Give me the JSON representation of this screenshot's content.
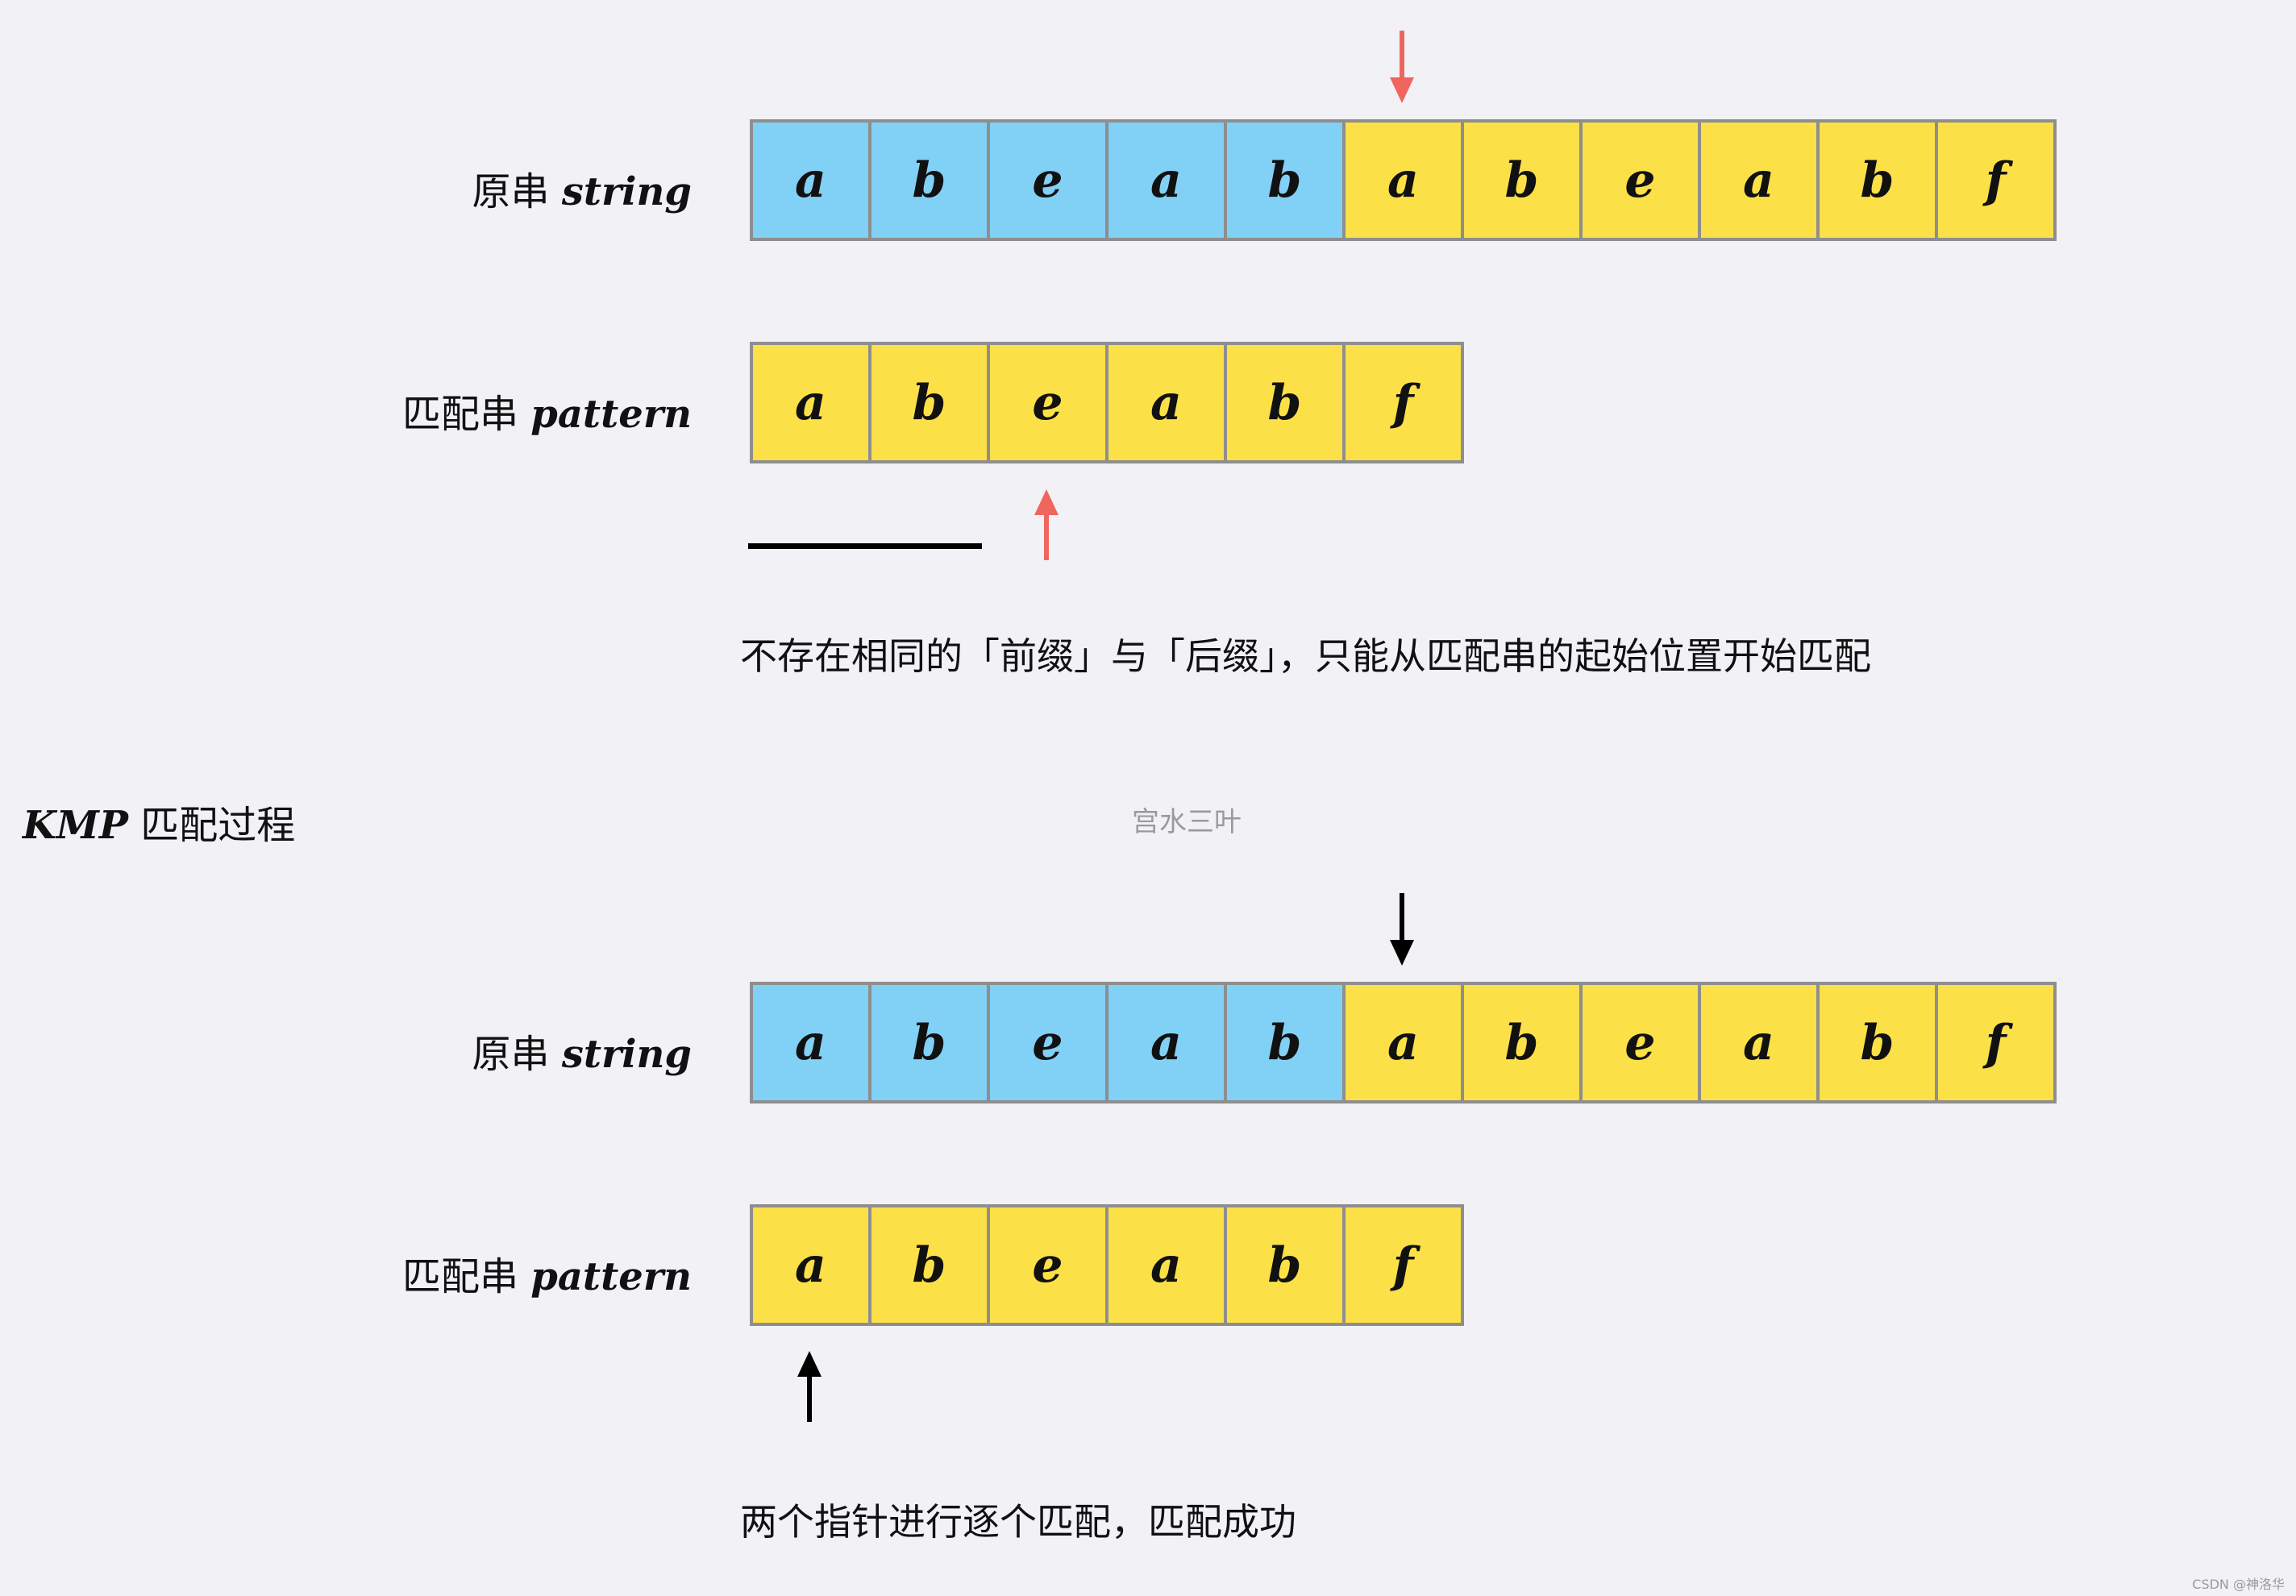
{
  "colors": {
    "matched": "#81d0f6",
    "pending": "#fce048",
    "border": "#8e8e8e",
    "pointer_red": "#f0665c",
    "pointer_black": "#000000",
    "background": "#f2f1f6"
  },
  "top": {
    "string_label_cn": "原串",
    "string_label_en": "string",
    "string_cells": [
      {
        "char": "a",
        "state": "blue"
      },
      {
        "char": "b",
        "state": "blue"
      },
      {
        "char": "e",
        "state": "blue"
      },
      {
        "char": "a",
        "state": "blue"
      },
      {
        "char": "b",
        "state": "blue"
      },
      {
        "char": "a",
        "state": "yellow"
      },
      {
        "char": "b",
        "state": "yellow"
      },
      {
        "char": "e",
        "state": "yellow"
      },
      {
        "char": "a",
        "state": "yellow"
      },
      {
        "char": "b",
        "state": "yellow"
      },
      {
        "char": "f",
        "state": "yellow"
      }
    ],
    "pattern_label_cn": "匹配串",
    "pattern_label_en": "pattern",
    "pattern_cells": [
      {
        "char": "a",
        "state": "yellow"
      },
      {
        "char": "b",
        "state": "yellow"
      },
      {
        "char": "e",
        "state": "yellow"
      },
      {
        "char": "a",
        "state": "yellow"
      },
      {
        "char": "b",
        "state": "yellow"
      },
      {
        "char": "f",
        "state": "yellow"
      }
    ],
    "string_pointer_index": 5,
    "pattern_pointer_index": 2,
    "caption": "不存在相同的「前缀」与「后缀」，只能从匹配串的起始位置开始匹配"
  },
  "section": {
    "heading_en": "KMP",
    "heading_cn": "匹配过程",
    "watermark": "宫水三叶"
  },
  "bottom": {
    "string_label_cn": "原串",
    "string_label_en": "string",
    "string_cells": [
      {
        "char": "a",
        "state": "blue"
      },
      {
        "char": "b",
        "state": "blue"
      },
      {
        "char": "e",
        "state": "blue"
      },
      {
        "char": "a",
        "state": "blue"
      },
      {
        "char": "b",
        "state": "blue"
      },
      {
        "char": "a",
        "state": "yellow"
      },
      {
        "char": "b",
        "state": "yellow"
      },
      {
        "char": "e",
        "state": "yellow"
      },
      {
        "char": "a",
        "state": "yellow"
      },
      {
        "char": "b",
        "state": "yellow"
      },
      {
        "char": "f",
        "state": "yellow"
      }
    ],
    "pattern_label_cn": "匹配串",
    "pattern_label_en": "pattern",
    "pattern_cells": [
      {
        "char": "a",
        "state": "yellow"
      },
      {
        "char": "b",
        "state": "yellow"
      },
      {
        "char": "e",
        "state": "yellow"
      },
      {
        "char": "a",
        "state": "yellow"
      },
      {
        "char": "b",
        "state": "yellow"
      },
      {
        "char": "f",
        "state": "yellow"
      }
    ],
    "string_pointer_index": 5,
    "pattern_pointer_index": 0,
    "caption": "两个指针进行逐个匹配，匹配成功"
  },
  "credit": "CSDN @神洛华"
}
